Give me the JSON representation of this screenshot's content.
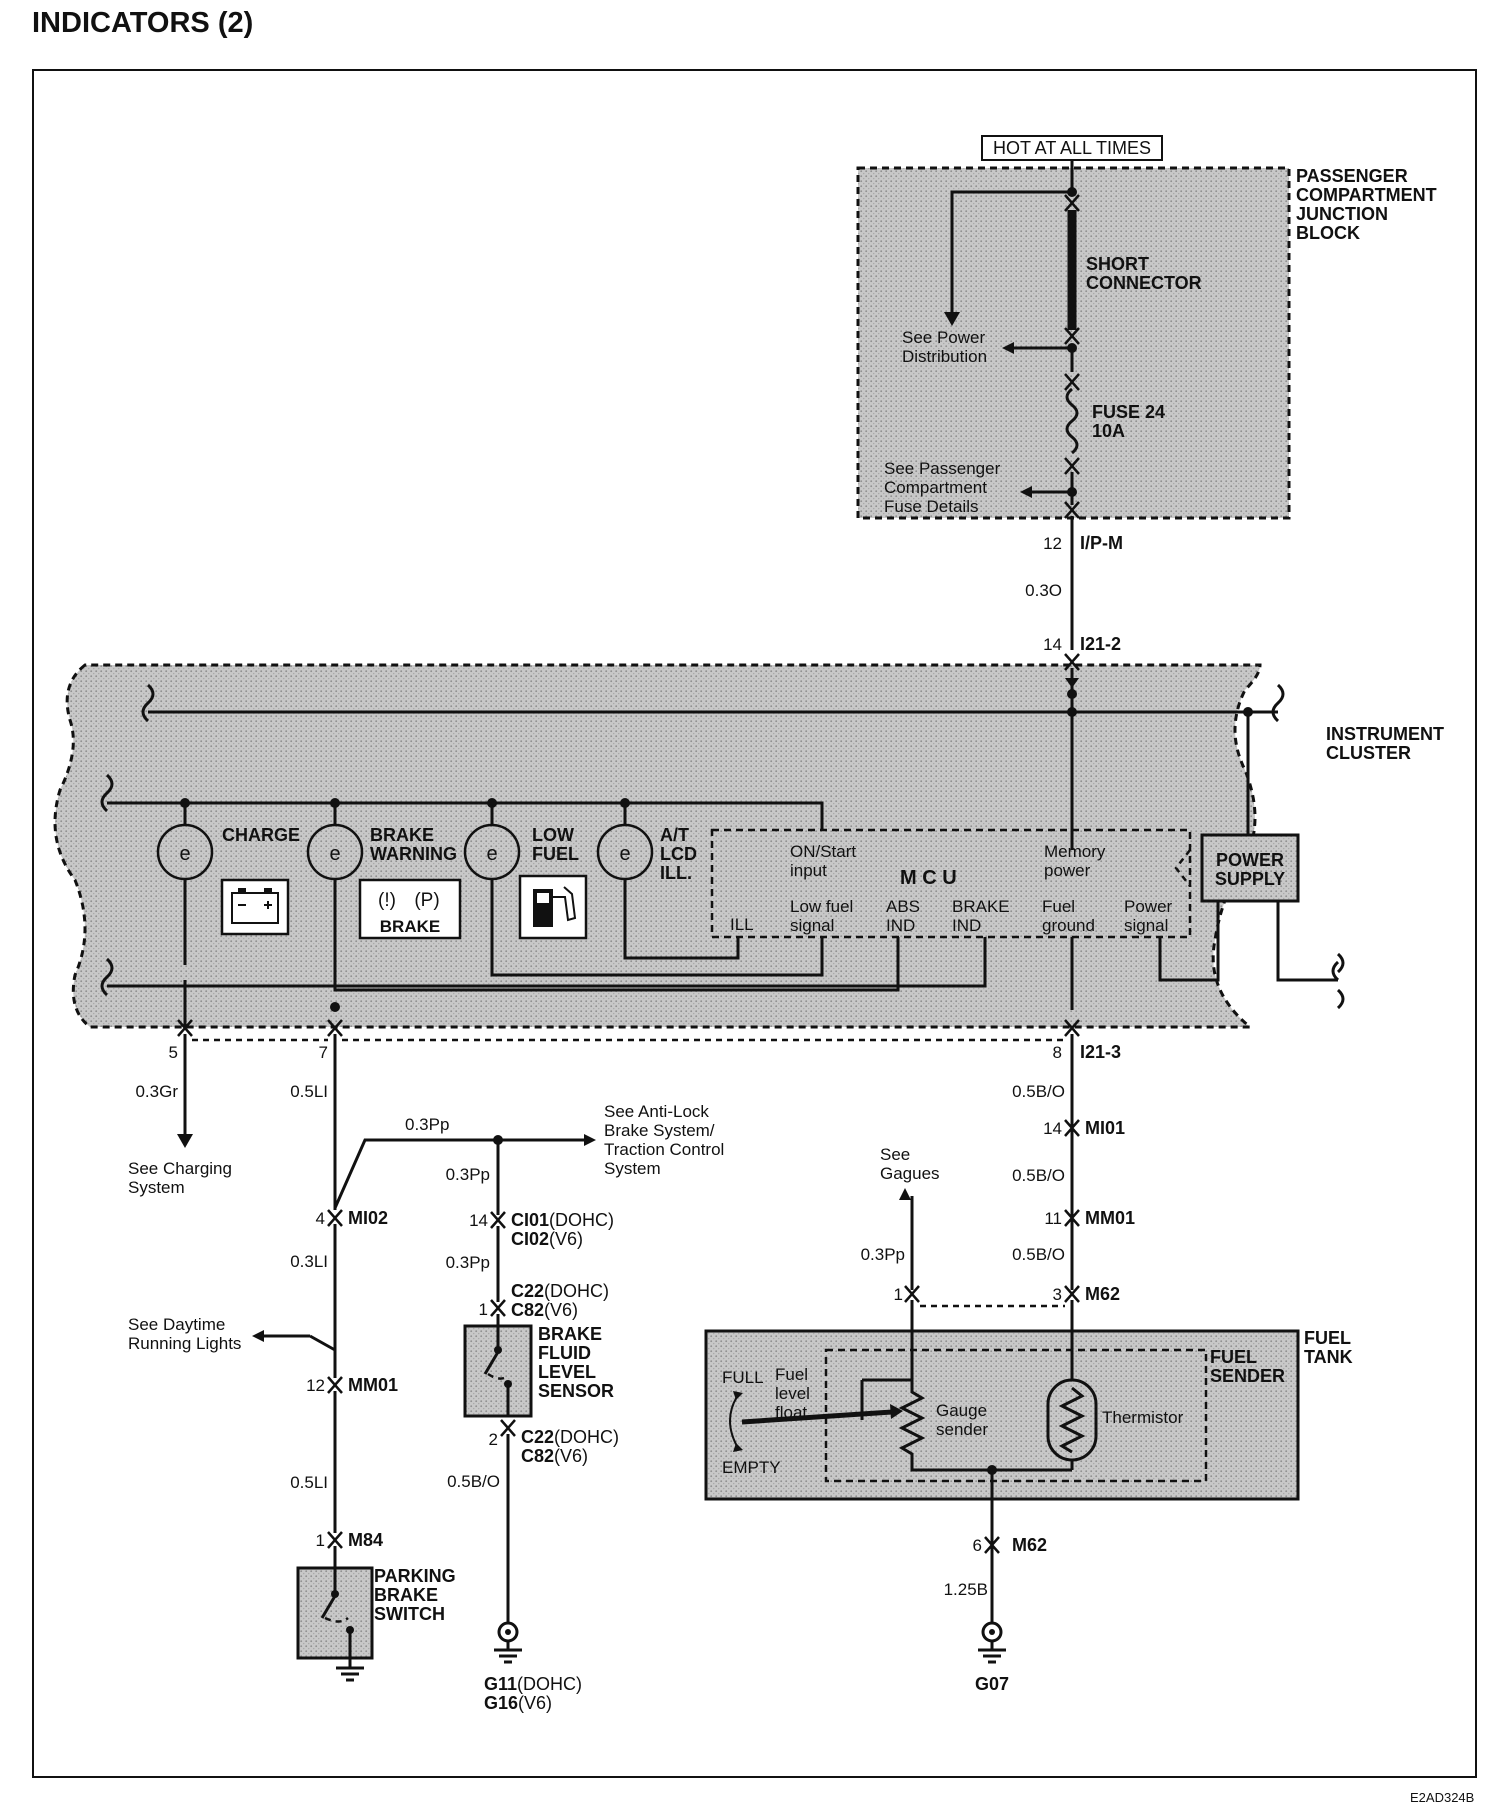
{
  "title": "INDICATORS (2)",
  "doc_code": "E2AD324B",
  "hot_label": "HOT AT ALL TIMES",
  "pcjb": {
    "l1": "PASSENGER",
    "l2": "COMPARTMENT",
    "l3": "JUNCTION",
    "l4": "BLOCK"
  },
  "short_connector": {
    "l1": "SHORT",
    "l2": "CONNECTOR"
  },
  "see_power": {
    "l1": "See Power",
    "l2": "Distribution"
  },
  "fuse": {
    "l1": "FUSE 24",
    "l2": "10A"
  },
  "see_pc_fuse": {
    "l1": "See Passenger",
    "l2": "Compartment",
    "l3": "Fuse Details"
  },
  "ipm": {
    "pin": "12",
    "name": "I/P-M"
  },
  "w_03o": "0.3O",
  "i212": {
    "pin": "14",
    "name": "I21-2"
  },
  "cluster": {
    "l1": "INSTRUMENT",
    "l2": "CLUSTER"
  },
  "lamps": {
    "charge": "CHARGE",
    "brake_l1": "BRAKE",
    "brake_l2": "WARNING",
    "fuel_l1": "LOW",
    "fuel_l2": "FUEL",
    "at_l1": "A/T",
    "at_l2": "LCD",
    "at_l3": "ILL.",
    "brake_icon_left": "(!)",
    "brake_icon_right": "(P)",
    "brake_icon_text": "BRAKE",
    "lamp_symbol": "e"
  },
  "mcu": {
    "title": "M  C  U",
    "on_l1": "ON/Start",
    "on_l2": "input",
    "mem_l1": "Memory",
    "mem_l2": "power",
    "ill": "ILL",
    "lowfuel_l1": "Low fuel",
    "lowfuel_l2": "signal",
    "abs_l1": "ABS",
    "abs_l2": "IND",
    "brk_l1": "BRAKE",
    "brk_l2": "IND",
    "fg_l1": "Fuel",
    "fg_l2": "ground",
    "ps_l1": "Power",
    "ps_l2": "signal"
  },
  "power_supply": {
    "l1": "POWER",
    "l2": "SUPPLY"
  },
  "p5": "5",
  "p7": "7",
  "w_03gr": "0.3Gr",
  "w_05li": "0.5LI",
  "see_charging": {
    "l1": "See Charging",
    "l2": "System"
  },
  "i213": {
    "pin": "8",
    "name": "I21-3"
  },
  "w_05bo_a": "0.5B/O",
  "mi01": {
    "pin": "14",
    "name": "MI01"
  },
  "w_05bo_b": "0.5B/O",
  "mm01_r": {
    "pin": "11",
    "name": "MM01"
  },
  "w_05bo_c": "0.5B/O",
  "m62_top": {
    "name": "M62",
    "pin_left": "1",
    "pin_right": "3"
  },
  "see_gauges": {
    "l1": "See",
    "l2": "Gagues"
  },
  "w_03pp_r": "0.3Pp",
  "w_03pp_top": "0.3Pp",
  "see_abs": {
    "l1": "See Anti-Lock",
    "l2": "Brake System/",
    "l3": "Traction Control",
    "l4": "System"
  },
  "w_03pp_mid": "0.3Pp",
  "mi02": {
    "pin": "4",
    "name": "MI02"
  },
  "ci01": {
    "pin": "14",
    "name1": "CI01",
    "sfx1": "(DOHC)",
    "name2": "CI02",
    "sfx2": "(V6)"
  },
  "w_03li": "0.3LI",
  "w_03pp_low": "0.3Pp",
  "c22_top": {
    "pin": "1",
    "name1": "C22",
    "sfx1": "(DOHC)",
    "name2": "C82",
    "sfx2": "(V6)"
  },
  "bfls": {
    "l1": "BRAKE",
    "l2": "FLUID",
    "l3": "LEVEL",
    "l4": "SENSOR"
  },
  "c22_bot": {
    "pin": "2",
    "name1": "C22",
    "sfx1": "(DOHC)",
    "name2": "C82",
    "sfx2": "(V6)"
  },
  "w_05bo_d": "0.5B/O",
  "see_drl": {
    "l1": "See Daytime",
    "l2": "Running Lights"
  },
  "mm01_l": {
    "pin": "12",
    "name": "MM01"
  },
  "w_05li_b": "0.5LI",
  "m84": {
    "pin": "1",
    "name": "M84"
  },
  "pbs": {
    "l1": "PARKING",
    "l2": "BRAKE",
    "l3": "SWITCH"
  },
  "g11": {
    "name1": "G11",
    "sfx1": "(DOHC)",
    "name2": "G16",
    "sfx2": "(V6)"
  },
  "fuel_tank": {
    "l1": "FUEL",
    "l2": "TANK"
  },
  "fuel_sender": {
    "l1": "FUEL",
    "l2": "SENDER"
  },
  "full": "FULL",
  "empty": "EMPTY",
  "float": {
    "l1": "Fuel",
    "l2": "level",
    "l3": "float"
  },
  "gauge": {
    "l1": "Gauge",
    "l2": "sender"
  },
  "thermistor": "Thermistor",
  "m62_bot": {
    "pin": "6",
    "name": "M62"
  },
  "w_125b": "1.25B",
  "g07": "G07"
}
